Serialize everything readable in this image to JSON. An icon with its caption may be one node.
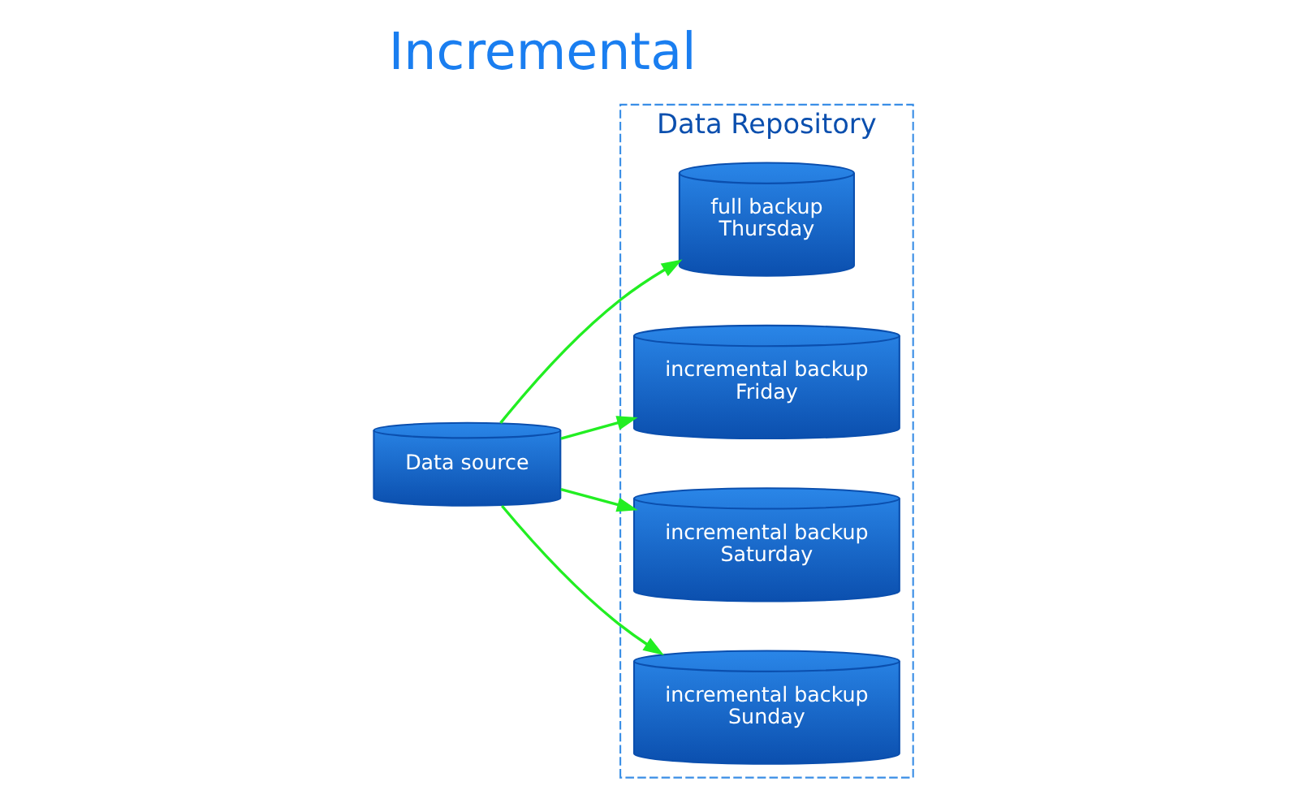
{
  "diagram": {
    "title": "Incremental",
    "nodes": [
      {
        "text": [
          "Data source"
        ]
      },
      {
        "text": [
          "Data Repository"
        ]
      },
      {
        "text": [
          "full backup",
          "Thursday"
        ],
        "in": 1
      },
      {
        "text": [
          "incremental backup",
          "Friday"
        ],
        "in": 1
      },
      {
        "text": [
          "incremental backup",
          "Saturday"
        ],
        "in": 1
      },
      {
        "text": [
          "incremental backup",
          "Sunday"
        ],
        "in": 1
      }
    ],
    "edges": [
      {
        "from": 0,
        "to": 2,
        "arrow": "to"
      },
      {
        "from": 0,
        "to": 3,
        "arrow": "to"
      },
      {
        "from": 0,
        "to": 4,
        "arrow": "to"
      },
      {
        "from": 0,
        "to": 5,
        "arrow": "to"
      }
    ]
  }
}
